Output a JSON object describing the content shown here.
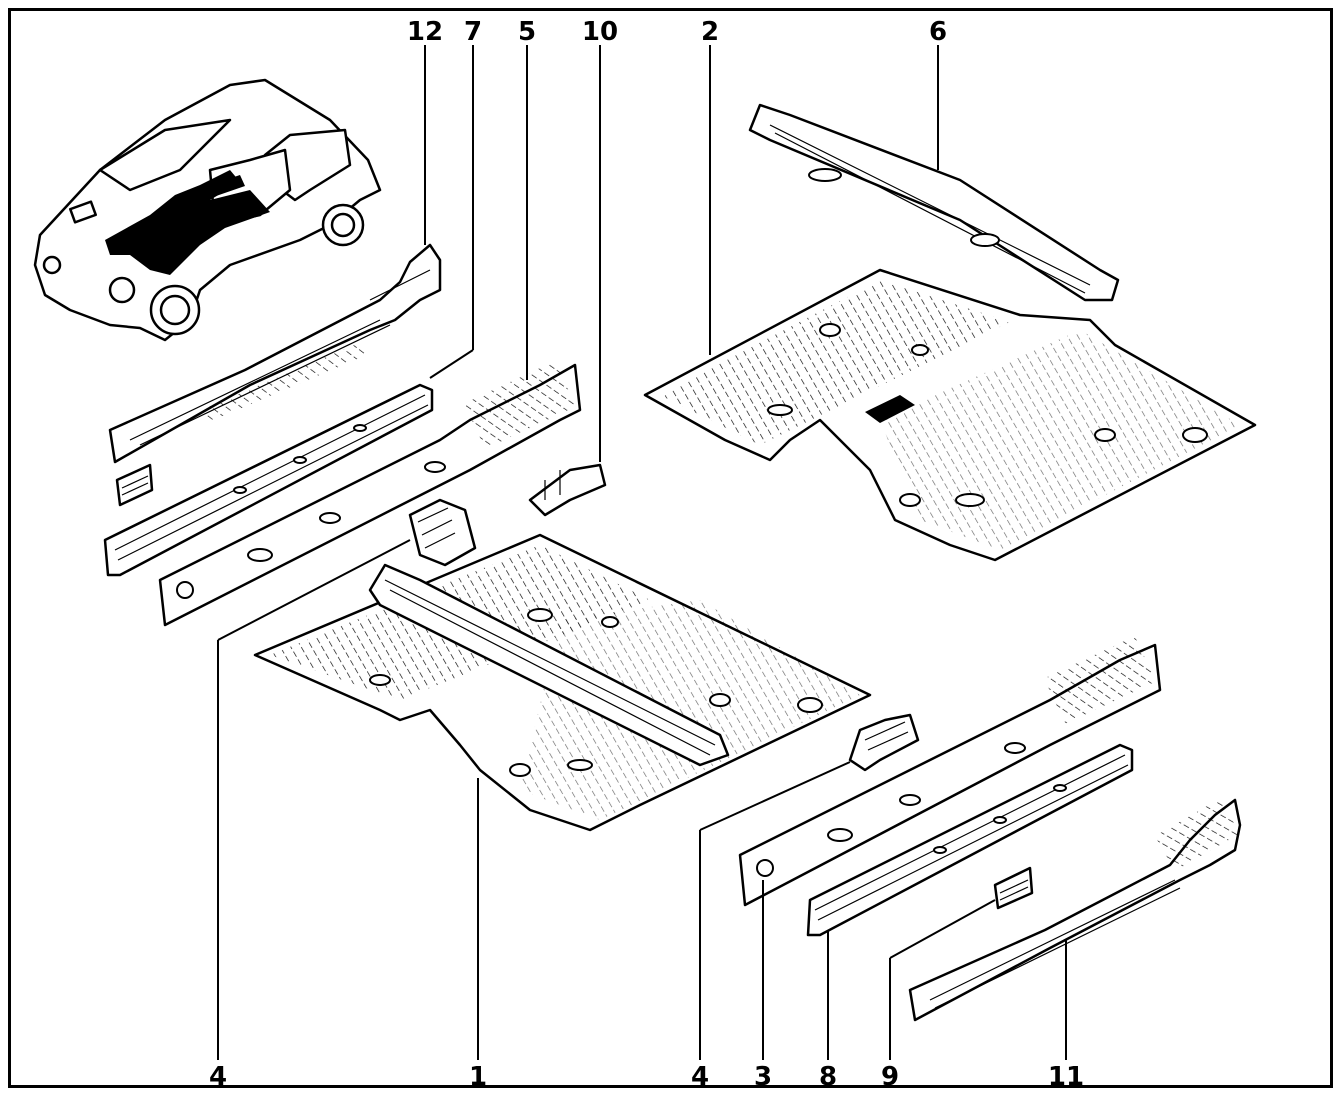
{
  "diagram": {
    "callouts": [
      {
        "id": "12",
        "text": "12"
      },
      {
        "id": "7",
        "text": "7"
      },
      {
        "id": "5",
        "text": "5"
      },
      {
        "id": "10",
        "text": "10"
      },
      {
        "id": "2",
        "text": "2"
      },
      {
        "id": "6",
        "text": "6"
      },
      {
        "id": "4a",
        "text": "4"
      },
      {
        "id": "1",
        "text": "1"
      },
      {
        "id": "4b",
        "text": "4"
      },
      {
        "id": "3",
        "text": "3"
      },
      {
        "id": "8",
        "text": "8"
      },
      {
        "id": "9",
        "text": "9"
      },
      {
        "id": "11",
        "text": "11"
      }
    ]
  }
}
